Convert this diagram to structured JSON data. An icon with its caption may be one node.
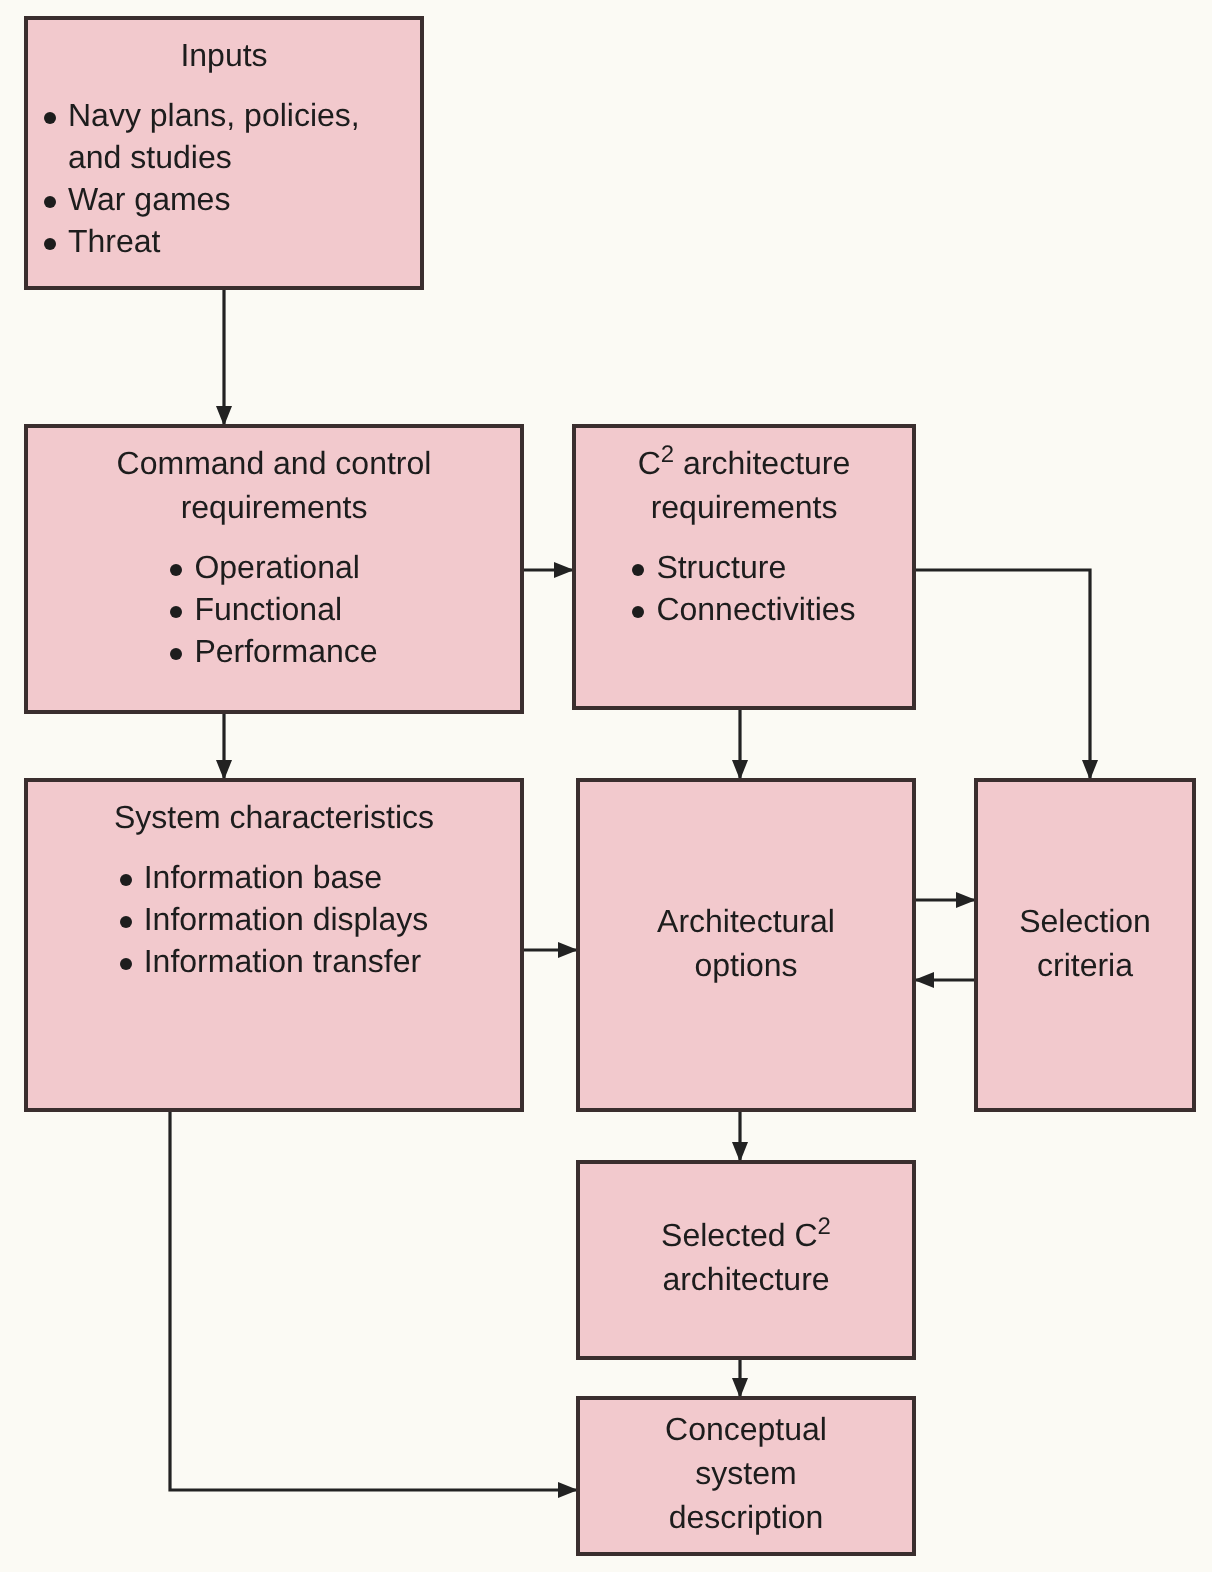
{
  "diagram": {
    "nodes": [
      {
        "text": [
          "Inputs",
          "Navy plans, policies, and studies",
          "War games",
          "Threat"
        ]
      },
      {
        "text": [
          "Command and control requirements",
          "Operational",
          "Functional",
          "Performance"
        ]
      },
      {
        "text": [
          "C$^{2}$ architecture requirements",
          "Structure",
          "Connectivities"
        ]
      },
      {
        "text": [
          "System characteristics",
          "Information base",
          "Information displays",
          "Information transfer"
        ]
      },
      {
        "text": [
          "Architectural options"
        ]
      },
      {
        "text": [
          "Selection criteria"
        ]
      },
      {
        "text": [
          "Selected C$^{2}$ architecture"
        ]
      },
      {
        "text": [
          "Conceptual system description"
        ]
      }
    ],
    "edges": [
      {
        "from": 0,
        "to": 1,
        "arrow": "to"
      },
      {
        "from": 1,
        "to": 2,
        "arrow": "to"
      },
      {
        "from": 1,
        "to": 3,
        "arrow": "to"
      },
      {
        "from": 2,
        "to": 4,
        "arrow": "to"
      },
      {
        "from": 2,
        "to": 5,
        "arrow": "to"
      },
      {
        "from": 3,
        "to": 4,
        "arrow": "to"
      },
      {
        "from": 4,
        "to": 5,
        "arrow": "to"
      },
      {
        "from": 5,
        "to": 4,
        "arrow": "to"
      },
      {
        "from": 4,
        "to": 6,
        "arrow": "to"
      },
      {
        "from": 6,
        "to": 7,
        "arrow": "to"
      },
      {
        "from": 3,
        "to": 7,
        "arrow": "to"
      }
    ]
  }
}
